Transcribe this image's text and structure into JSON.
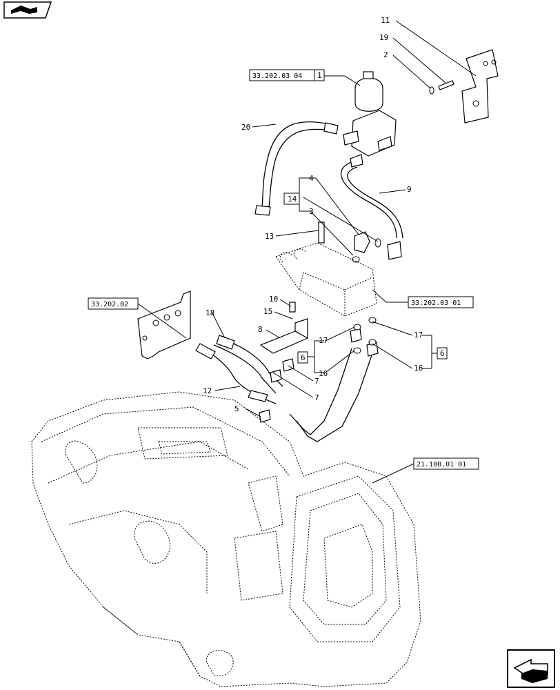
{
  "callouts": {
    "c11": "11",
    "c19": "19",
    "c2": "2",
    "c20": "20",
    "c9": "9",
    "c4": "4",
    "c14": "14",
    "c3": "3",
    "c13": "13",
    "c10": "10",
    "c15": "15",
    "c8": "8",
    "c18": "18",
    "c17a": "17",
    "c17b": "17",
    "c6a": "6",
    "c6b": "6",
    "c16a": "16",
    "c16b": "16",
    "c7a": "7",
    "c7b": "7",
    "c12": "12",
    "c5": "5",
    "c1": "1"
  },
  "references": {
    "r1": "33.202.03 04",
    "r2": "33.202.03 01",
    "r3": "33.202.02",
    "r4": "21.100.01 01"
  },
  "icons": {
    "top_left": "book-arrow-icon",
    "bottom_right": "next-page-arrow-icon"
  }
}
